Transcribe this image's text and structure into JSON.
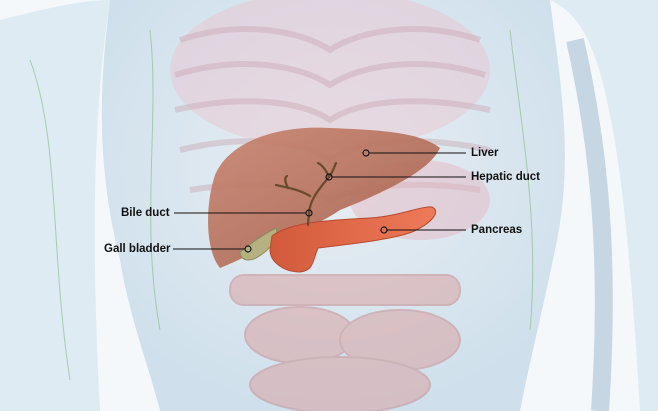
{
  "title": "Liver, gall bladder, bile ducts and pancreas anatomy",
  "labels": {
    "liver": "Liver",
    "hepatic_duct": "Hepatic duct",
    "bile_duct": "Bile duct",
    "pancreas": "Pancreas",
    "gall_bladder": "Gall bladder"
  },
  "colors": {
    "liver": "#b9705a",
    "pancreas": "#e0694a",
    "gall_bladder": "#a9a77a",
    "duct": "#6b4a2a",
    "body": "#d6e5f0"
  }
}
